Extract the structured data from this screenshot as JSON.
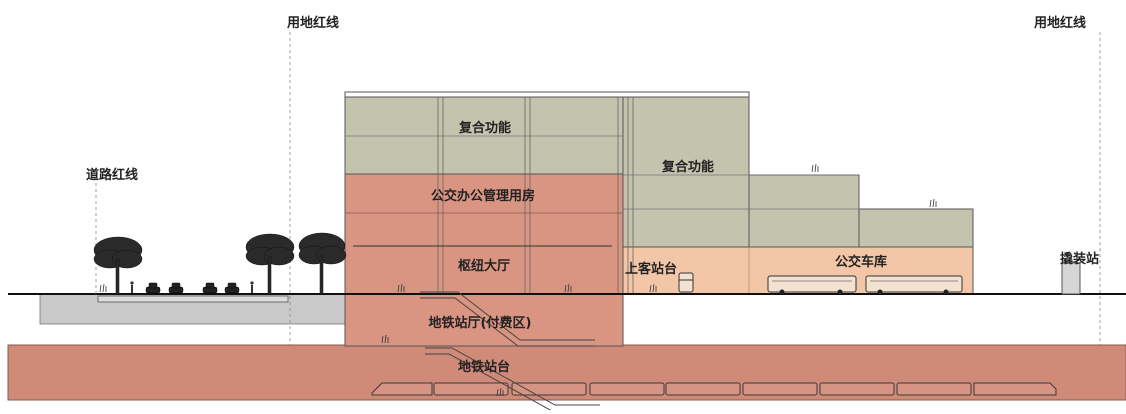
{
  "labels": {
    "land_red_line_left": "用地红线",
    "land_red_line_right": "用地红线",
    "road_red_line": "道路红线",
    "mixed_use_upper": "复合功能",
    "mixed_use_lower": "复合功能",
    "bus_office": "公交办公管理用房",
    "hub_hall": "枢纽大厅",
    "boarding_platform": "上客站台",
    "bus_depot": "公交车库",
    "layover_station": "撬装站",
    "metro_concourse": "地铁站厅(付费区)",
    "metro_platform": "地铁站台"
  },
  "colors": {
    "mixed_use": "#c3c3ae",
    "office": "#d99582",
    "hall": "#f4c6a8",
    "underground": "#cf8a78",
    "road_base": "#c9c9c9",
    "tree": "#2a2a2a",
    "outline": "#555555"
  },
  "icons": [
    "tree-icon",
    "car-icon",
    "bus-icon",
    "person-icon",
    "escalator-icon",
    "train-icon",
    "grass-icon"
  ]
}
